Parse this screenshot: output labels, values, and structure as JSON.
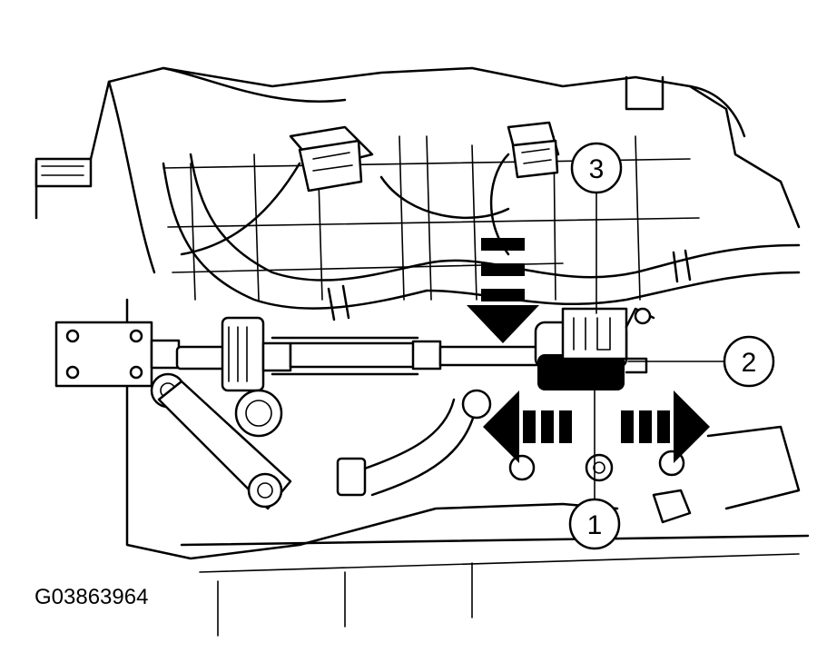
{
  "figure": {
    "code": "G03863964"
  },
  "callouts": [
    {
      "id": "callout-1",
      "label": "1"
    },
    {
      "id": "callout-2",
      "label": "2"
    },
    {
      "id": "callout-3",
      "label": "3"
    }
  ],
  "arrows": {
    "push_direction": "down",
    "release_directions": [
      "left",
      "right"
    ]
  },
  "colors": {
    "ink": "#000000",
    "paper": "#ffffff"
  }
}
